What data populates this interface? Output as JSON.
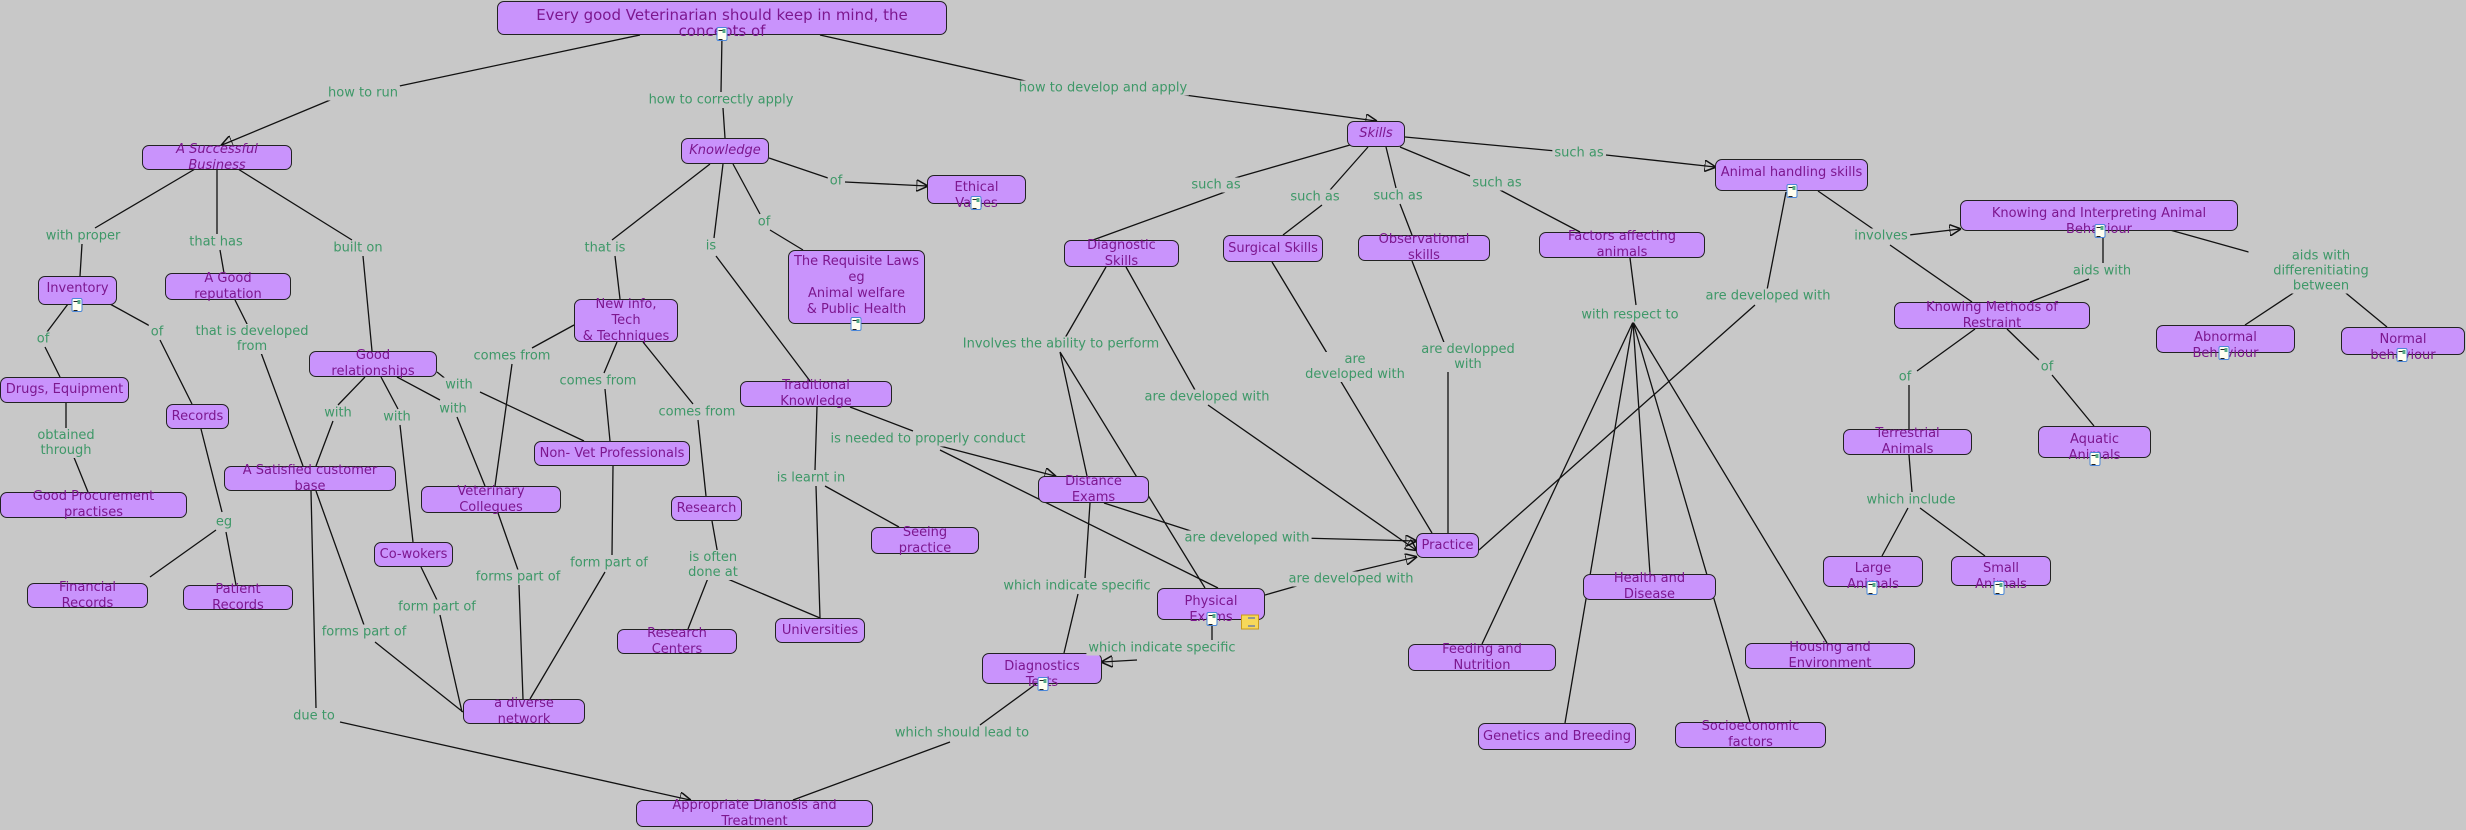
{
  "nodes": {
    "root": "Every good Veterinarian should keep in mind, the concepts of",
    "successful_business": "A Successful Business",
    "knowledge": "Knowledge",
    "ethical_values": "Ethical Values",
    "skills": "Skills",
    "animal_handling": "Animal handling skills",
    "interpreting_behaviour": "Knowing and Interpreting Animal Behaviour",
    "inventory": "Inventory",
    "good_reputation": "A Good reputation",
    "drugs_equipment": "Drugs, Equipment",
    "records": "Records",
    "good_relationships": "Good relationships",
    "new_info": "New info, Tech\n& Techniques",
    "requisite_laws": "The Requisite Laws\neg\nAnimal welfare\n& Public Health",
    "traditional_knowledge": "Traditional Knowledge",
    "non_vet": "Non- Vet Professionals",
    "satisfied_customers": "A Satisfied customer base",
    "good_procurement": "Good Procurement practises",
    "vet_collegues": "Veterinary Collegues",
    "research": "Research",
    "seeing_practice": "Seeing practice",
    "coworkers": "Co-wokers",
    "financial_records": "Financial Records",
    "patient_records": "Patient Records",
    "research_centers": "Research Centers",
    "universities": "Universities",
    "diverse_network": "a diverse network",
    "appropriate_diagnosis": "Appropriate Dianosis and Treatment",
    "diagnostic_skills": "Diagnostic Skills",
    "surgical_skills": "Surgical Skills",
    "observational_skills": "Observational skills",
    "factors": "Factors affecting animals",
    "distance_exams": "Distance Exams",
    "practice": "Practice",
    "physical_exams": "Physical Exams",
    "diagnostics_tests": "Diagnostics Tests",
    "health_disease": "Health and Disease",
    "feeding": "Feeding and Nutrition",
    "housing": "Housing and Environment",
    "genetics": "Genetics and Breeding",
    "socioeconomic": "Socioeconomic factors",
    "restraint": "Knowing Methods of Restraint",
    "abnormal": "Abnormal Behaviour",
    "normal": "Normal behaviour",
    "terrestrial": "Terrestrial Animals",
    "aquatic": "Aquatic Animals",
    "large": "Large Animals",
    "small": "Small Animals"
  },
  "links": [
    "how to run",
    "how to correctly apply",
    "how to develop and apply",
    "of",
    "with proper",
    "that has",
    "built on",
    "that is",
    "is",
    "of",
    "of",
    "of",
    "that is developed\nfrom",
    "obtained\nthrough",
    "eg",
    "with",
    "with",
    "with",
    "with",
    "comes from",
    "comes from",
    "comes from",
    "is learnt in",
    "is needed to properly conduct",
    "is often\ndone at",
    "forms part of",
    "form part of",
    "form part of",
    "forms part of",
    "due to",
    "which should lead to",
    "such as",
    "such as",
    "such as",
    "such as",
    "such as",
    "Involves the ability to perform",
    "are developed with",
    "are\ndeveloped with",
    "are devlopped\nwith",
    "with respect to",
    "are developed with",
    "involves",
    "aids with",
    "aids with differenitiating between",
    "of",
    "of",
    "which include",
    "are developed with",
    "are developed with",
    "which indicate specific",
    "which indicate specific"
  ],
  "icons": {
    "attachment": "document-image-icon",
    "annotation": "note-icon"
  },
  "colors": {
    "background": "#c8c8c8",
    "node_fill": "#c993fc",
    "node_text": "#7d178f",
    "link_text": "#3e9868"
  }
}
